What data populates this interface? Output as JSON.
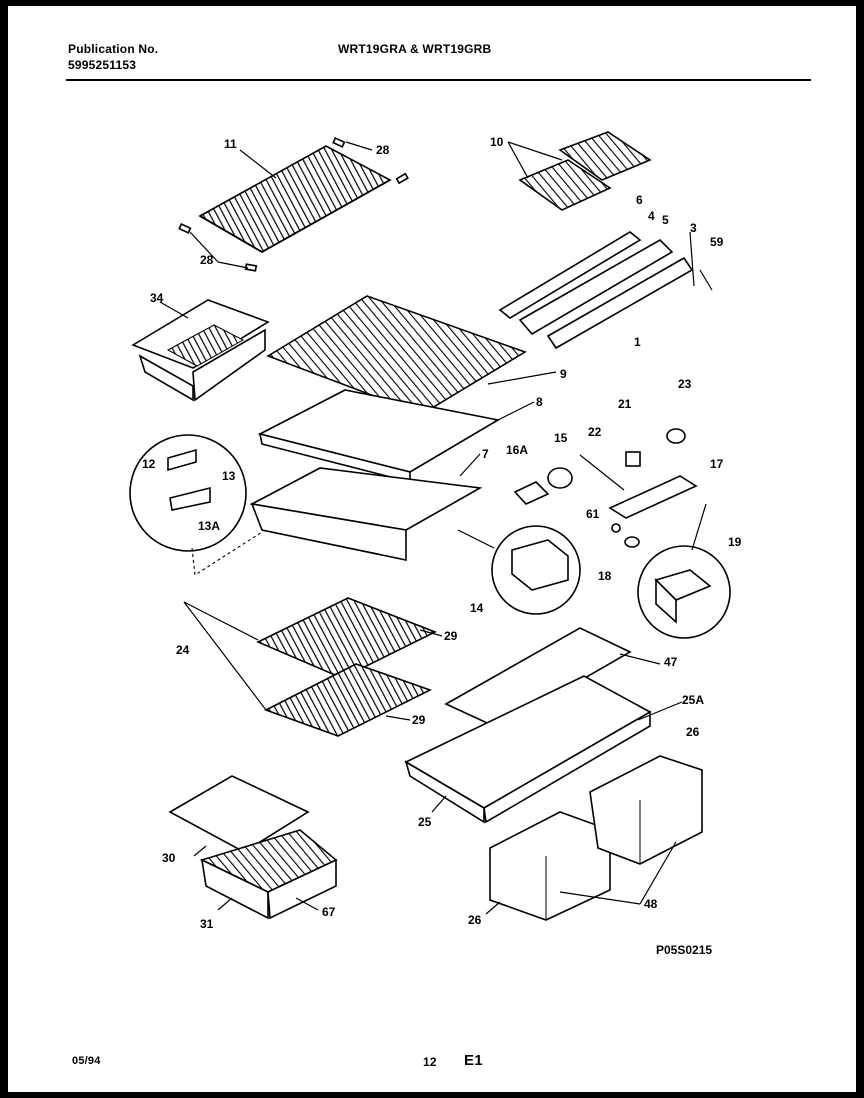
{
  "header": {
    "publication_label": "Publication No.",
    "publication_number": "5995251153",
    "models": "WRT19GRA & WRT19GRB"
  },
  "footer": {
    "date": "05/94",
    "page_number": "12",
    "section_code": "E1"
  },
  "diagram": {
    "figure_code": "P05S0215",
    "callouts": [
      "11",
      "28",
      "28",
      "10",
      "6",
      "4",
      "5",
      "3",
      "59",
      "1",
      "34",
      "9",
      "8",
      "7",
      "12",
      "13",
      "13A",
      "16A",
      "15",
      "22",
      "21",
      "23",
      "17",
      "61",
      "18",
      "19",
      "14",
      "24",
      "29",
      "29",
      "47",
      "25A",
      "26",
      "25",
      "30",
      "31",
      "67",
      "26",
      "48"
    ]
  }
}
